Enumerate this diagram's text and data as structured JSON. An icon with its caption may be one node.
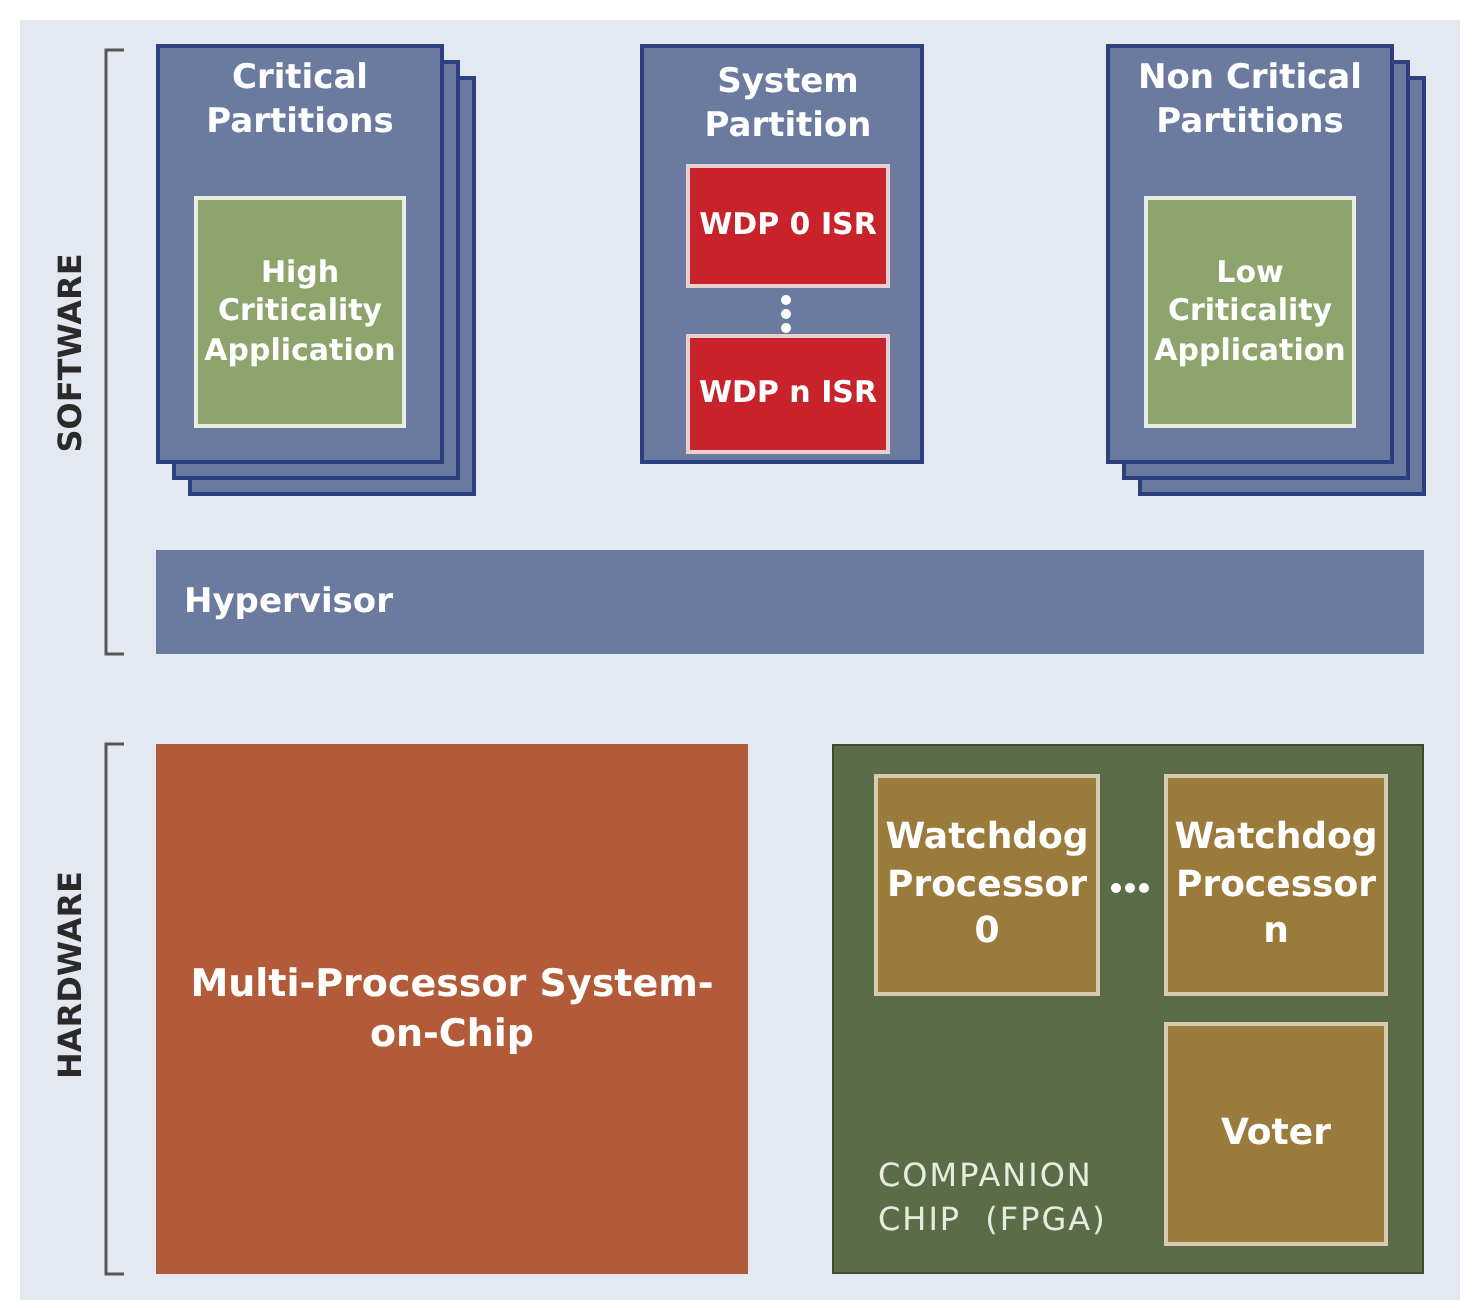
{
  "diagram": {
    "nodes": [
      {
        "text": [
          "Critical Partitions"
        ]
      },
      {
        "text": [
          "High Criticality Application"
        ],
        "in": 0
      },
      {
        "text": [
          "System Partition"
        ]
      },
      {
        "text": [
          "WDP 0 ISR"
        ],
        "in": 2
      },
      {
        "text": [
          "WDP n ISR"
        ],
        "in": 2
      },
      {
        "text": [
          "Non Critical Partitions"
        ]
      },
      {
        "text": [
          "Low Criticality Application"
        ],
        "in": 5
      },
      {
        "text": [
          "Hypervisor"
        ]
      },
      {
        "text": [
          "Multi-Processor System-on-Chip"
        ]
      },
      {
        "text": [
          "COMPANION CHIP (FPGA)"
        ]
      },
      {
        "text": [
          "Watchdog Processor 0"
        ],
        "in": 9
      },
      {
        "text": [
          "Watchdog Processor n"
        ],
        "in": 9
      },
      {
        "text": [
          "Voter"
        ],
        "in": 9
      }
    ],
    "labels": [
      "SOFTWARE",
      "HARDWARE"
    ]
  }
}
